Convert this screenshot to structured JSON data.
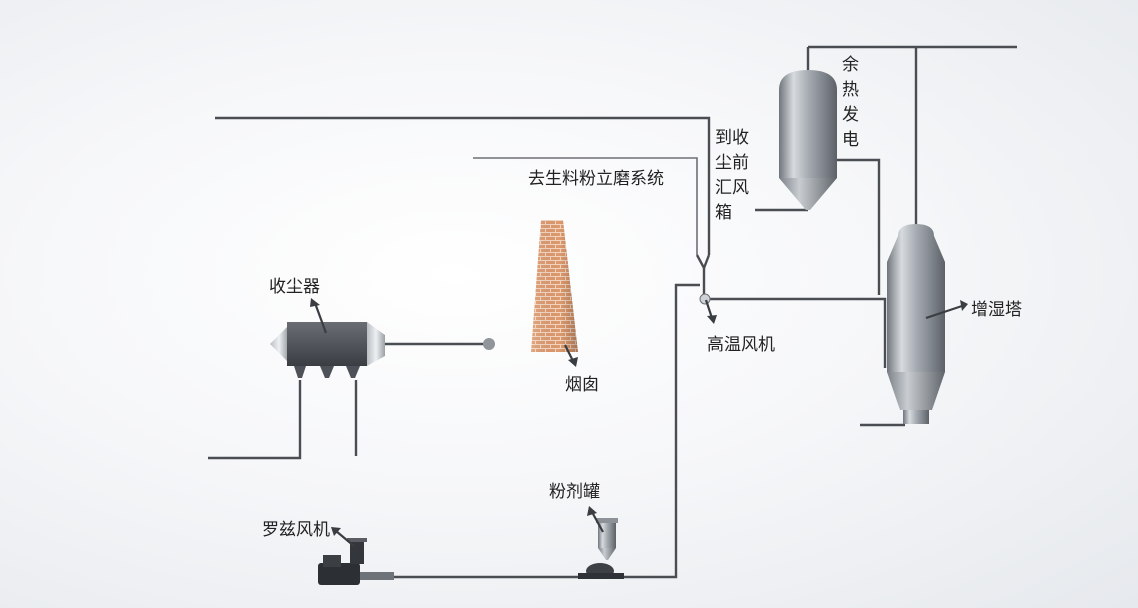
{
  "labels": {
    "dust_collector": "收尘器",
    "chimney": "烟囱",
    "raw_mill": "去生料粉立磨系统",
    "to_dust_box": [
      "到收",
      "尘前",
      "汇风",
      "箱"
    ],
    "waste_heat": [
      "余",
      "热",
      "发",
      "电"
    ],
    "high_temp_fan": "高温风机",
    "humidifier_tower": "增湿塔",
    "powder_tank": "粉剂罐",
    "roots_blower": "罗兹风机"
  },
  "colors": {
    "pipe": "#4a4d52",
    "steel": "#9aa0a6",
    "brick": "#d98c5f",
    "dark_equipment": "#4b4f55"
  }
}
